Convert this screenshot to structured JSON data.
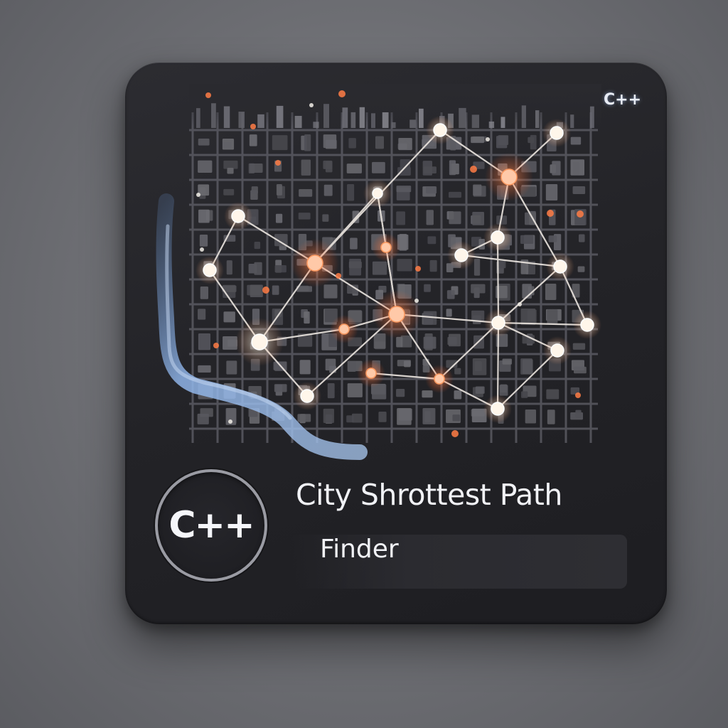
{
  "badge": {
    "corner_label": "C++",
    "logo_label": "C++"
  },
  "title": {
    "line1": "City Shrottest Path",
    "line2": "Finder"
  },
  "icons": {
    "map": "city-grid-map-icon",
    "river": "river-icon",
    "graph": "graph-network-icon",
    "logo": "cpp-logo-icon"
  },
  "colors": {
    "card": "#242428",
    "node_white": "#fff6e6",
    "node_orange": "#ff8a50",
    "river": "#8fb4e8",
    "edge": "#e9e4df"
  }
}
